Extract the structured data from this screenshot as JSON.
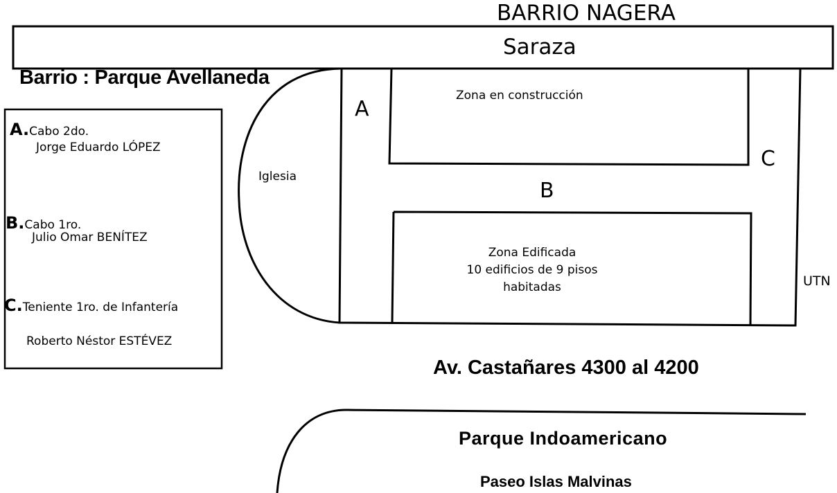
{
  "map": {
    "neighborhood_title": "BARRIO NAGERA",
    "top_street": "Saraza",
    "barrio_label": "Barrio : Parque Avellaneda",
    "church_label": "Iglesia",
    "street_letters": {
      "a": "A",
      "b": "B",
      "c": "C"
    },
    "zone_construction": "Zona en construcción",
    "zone_built": {
      "line1": "Zona Edificada",
      "line2": "10 edificios de 9 pisos",
      "line3": "habitadas"
    },
    "utn_label": "UTN",
    "avenue_label": "Av. Castañares 4300 al 4200",
    "park_label": "Parque Indoamericano",
    "promenade_label": "Paseo Islas Malvinas"
  },
  "legend": {
    "items": [
      {
        "key": "A.",
        "rank": "Cabo 2do.",
        "name": "Jorge Eduardo LÓPEZ"
      },
      {
        "key": "B.",
        "rank": "Cabo 1ro.",
        "name": "Julio Omar BENÍTEZ"
      },
      {
        "key": "C.",
        "rank": "Teniente 1ro. de Infantería",
        "name": "Roberto Néstor ESTÉVEZ"
      }
    ]
  },
  "colors": {
    "ink": "#000000",
    "background": "#ffffff"
  }
}
